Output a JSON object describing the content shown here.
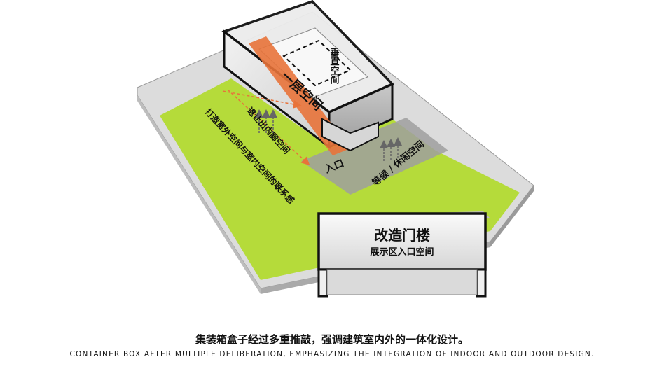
{
  "labels": {
    "vertical_space": "垂直空间",
    "first_floor_space": "一层空间",
    "entrance": "入口",
    "waiting_leisure": "等候 / 休闲空间",
    "exit_space": "退让出内廊空间",
    "indoor_outdoor_link": "打造室外空间与室内空间的联系感",
    "renovated_gate_title": "改造门楼",
    "renovated_gate_subtitle": "展示区入口空间"
  },
  "caption": {
    "chinese": "集装箱盒子经过多重推敲，强调建筑室内外的一体化设计。",
    "english": "CONTAINER BOX AFTER MULTIPLE DELIBERATION, EMPHASIZING THE INTEGRATION OF INDOOR AND OUTDOOR DESIGN."
  },
  "colors": {
    "lawn": "#b5db3a",
    "accent_orange": "#e8733a",
    "glass_gray": "#d9d9d9",
    "outline": "#111111"
  }
}
